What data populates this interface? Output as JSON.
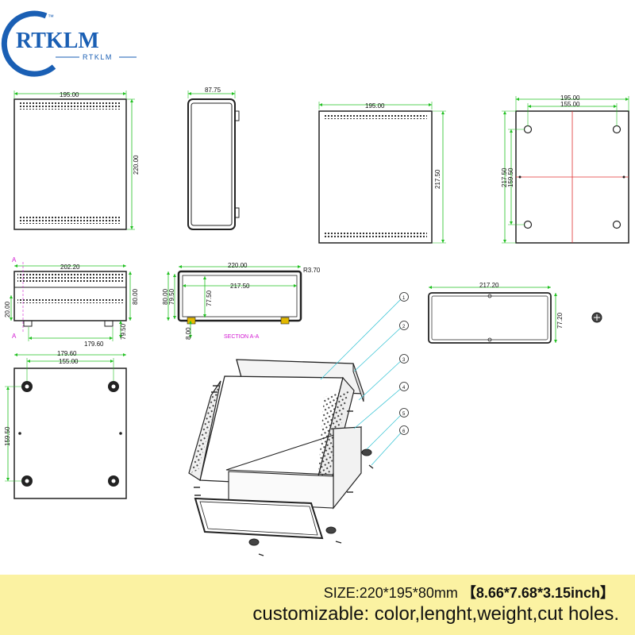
{
  "brand": {
    "name": "RTKLM",
    "subname": "RTKLM",
    "tm": "™",
    "color": "#1a5fb4"
  },
  "colors": {
    "dimension": "#21c021",
    "outline": "#222222",
    "center_line": "#e03030",
    "section": "#d21ad2",
    "banner": "#fbf2a2"
  },
  "dimensions": {
    "front_width": "195.00",
    "front_height": "220.00",
    "side_width": "87.75",
    "back_width": "195.00",
    "back_height": "217.50",
    "top_outer_width": "195.00",
    "top_inner_width": "155.00",
    "top_outer_height": "217.50",
    "top_inner_height": "159.50",
    "side2_width": "202.20",
    "side2_height": "80.00",
    "side2_foot": "20.00",
    "side2_bottom": "179.60",
    "side2_right": "79.50",
    "section_width": "220.00",
    "section_inner_width": "217.50",
    "section_radius": "R3.70",
    "section_h1": "80.00",
    "section_h2": "79.50",
    "section_h3": "77.50",
    "section_foot": "8.00",
    "end_width": "217.20",
    "end_height": "77.20",
    "bottom_outer_width": "179.60",
    "bottom_inner_width": "155.00",
    "bottom_height": "159.50"
  },
  "labels": {
    "section_marker": "A",
    "section_title": "SECTION A-A",
    "callouts": [
      "1",
      "2",
      "3",
      "4",
      "5",
      "6"
    ]
  },
  "banner": {
    "size_prefix": "SIZE:220*195*80mm",
    "size_inch": "【8.66*7.68*3.15inch】",
    "custom": "customizable: color,lenght,weight,cut holes."
  }
}
